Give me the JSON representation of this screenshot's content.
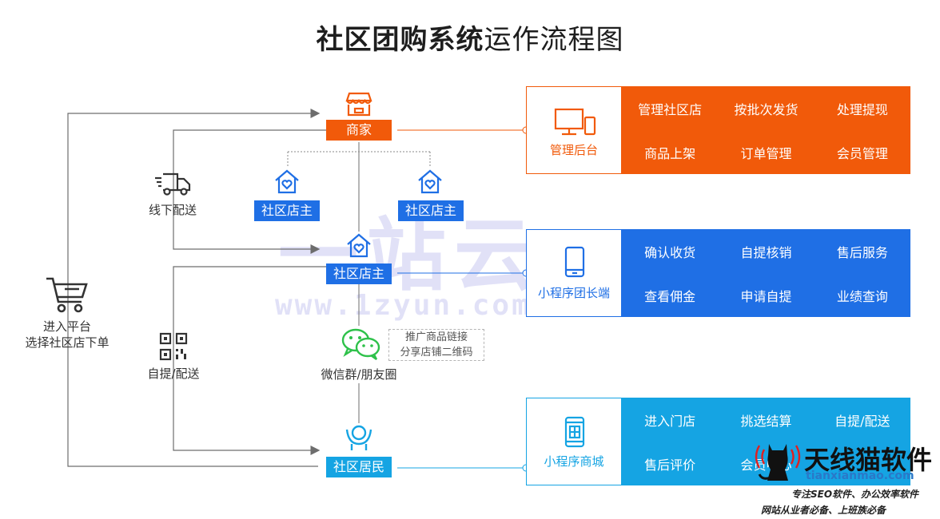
{
  "title": {
    "bold": "社区团购系统",
    "rest": "运作流程图"
  },
  "nodes": {
    "merchant": "商家",
    "leader_left": "社区店主",
    "leader_right": "社区店主",
    "leader_center": "社区店主",
    "resident": "社区居民"
  },
  "labels": {
    "offline_delivery": "线下配送",
    "enter_platform_line1": "进入平台",
    "enter_platform_line2": "选择社区店下单",
    "pickup_delivery": "自提/配送",
    "wechat": "微信群/朋友圈",
    "promo_line1": "推广商品链接",
    "promo_line2": "分享店铺二维码"
  },
  "panels": {
    "admin": {
      "title": "管理后台",
      "items": [
        "管理社区店",
        "按批次发货",
        "处理提现",
        "商品上架",
        "订单管理",
        "会员管理"
      ]
    },
    "leader_app": {
      "title": "小程序团长端",
      "items": [
        "确认收货",
        "自提核销",
        "售后服务",
        "查看佣金",
        "申请自提",
        "业绩查询"
      ]
    },
    "mall_app": {
      "title": "小程序商城",
      "items": [
        "进入门店",
        "挑选结算",
        "自提/配送",
        "售后评价",
        "会员中心",
        ""
      ]
    }
  },
  "watermark": {
    "text": "一站云",
    "url": "www.1zyun.com"
  },
  "brand": {
    "name": "天线猫软件",
    "domain": "tianxianmao.com",
    "slogan1": "专注SEO软件、办公效率软件",
    "slogan2": "网站从业者必备、上班族必备"
  },
  "colors": {
    "orange": "#f15a0a",
    "blue": "#1f6fe5",
    "cyan": "#15a4e3",
    "line": "#6d6d6d"
  },
  "icons": [
    "shop-icon",
    "house-heart-icon",
    "truck-icon",
    "cart-icon",
    "qr-code-icon",
    "wechat-icon",
    "resident-icon",
    "monitor-icon",
    "phone-icon"
  ]
}
